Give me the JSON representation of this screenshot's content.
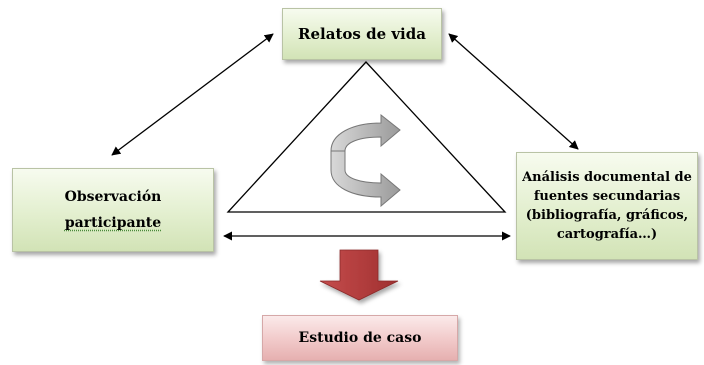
{
  "nodes": {
    "relatos": {
      "label": "Relatos de vida"
    },
    "observacion": {
      "line1": "Observación",
      "line2": "participante"
    },
    "analisis": {
      "line1": "Análisis documental de",
      "line2": "fuentes secundarias",
      "line3": "(bibliografía, gráficos,",
      "line4": "cartografía…)"
    },
    "estudio": {
      "label": "Estudio de caso"
    }
  },
  "edges": [
    {
      "from": "relatos",
      "to": "observacion",
      "type": "bidirectional"
    },
    {
      "from": "relatos",
      "to": "analisis",
      "type": "bidirectional"
    },
    {
      "from": "observacion",
      "to": "analisis",
      "type": "bidirectional"
    },
    {
      "from": "triangle",
      "to": "estudio",
      "type": "block-arrow"
    }
  ],
  "icons": {
    "center": "cycle-arrows-icon",
    "down": "down-block-arrow-icon"
  },
  "colors": {
    "box_green": "#e3efcf",
    "box_red": "#f1c9c9",
    "down_arrow": "#b84a4a",
    "cycle_arrow": "#a9a9a9",
    "lines": "#000000"
  }
}
